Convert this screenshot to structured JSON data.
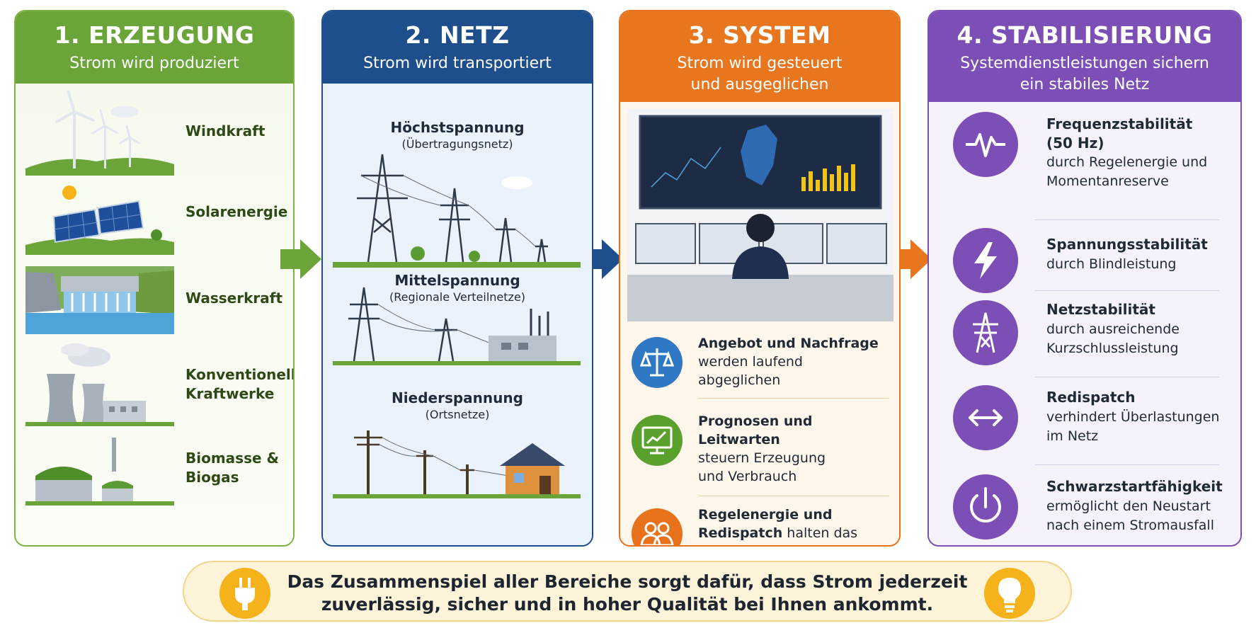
{
  "columns": {
    "erzeugung": {
      "title": "1. ERZEUGUNG",
      "subtitle": "Strom wird produziert",
      "items": [
        "Windkraft",
        "Solarenergie",
        "Wasserkraft",
        "Konventionelle Kraftwerke",
        "Biomasse & Biogas"
      ]
    },
    "netz": {
      "title": "2. NETZ",
      "subtitle": "Strom wird transportiert",
      "levels": [
        {
          "title": "Höchstspannung",
          "sub": "(Übertragungsnetz)"
        },
        {
          "title": "Mittelspannung",
          "sub": "(Regionale Verteilnetze)"
        },
        {
          "title": "Niederspannung",
          "sub": "(Ortsnetze)"
        }
      ]
    },
    "system": {
      "title": "3. SYSTEM",
      "subtitle": "Strom wird gesteuert und ausgeglichen",
      "items": [
        {
          "bold": "Angebot und Nachfrage",
          "rest": "werden laufend abgeglichen",
          "icon": "scales-icon",
          "color": "#2f78c4"
        },
        {
          "bold": "Prognosen und Leitwarten",
          "rest": "steuern Erzeugung und Verbrauch",
          "icon": "monitor-chart-icon",
          "color": "#5aa02c"
        },
        {
          "bold": "Regelenergie und Redispatch",
          "rest": "halten das System im Gleichgewicht",
          "icon": "people-icon",
          "color": "#e8721c"
        }
      ]
    },
    "stabilisierung": {
      "title": "4. STABILISIERUNG",
      "subtitle": "Systemdienstleistungen sichern ein stabiles Netz",
      "items": [
        {
          "title": "Frequenzstabilität (50 Hz)",
          "desc": "durch Regelenergie und Momentanreserve",
          "icon": "pulse-icon"
        },
        {
          "title": "Spannungsstabilität",
          "desc": "durch Blindleistung",
          "icon": "lightning-icon"
        },
        {
          "title": "Netzstabilität",
          "desc": "durch ausreichende Kurzschlussleistung",
          "icon": "pylon-icon"
        },
        {
          "title": "Redispatch",
          "desc": "verhindert Überlastungen im Netz",
          "icon": "arrows-icon"
        },
        {
          "title": "Schwarzstartfähigkeit",
          "desc": "ermöglicht den Neustart nach einem Stromausfall",
          "icon": "power-icon"
        }
      ]
    }
  },
  "footer": {
    "text": "Das Zusammenspiel aller Bereiche sorgt dafür, dass Strom jederzeit zuverlässig, sicher und in hoher Qualität bei Ihnen ankommt.",
    "icons": [
      "plug-icon",
      "lightbulb-icon"
    ]
  },
  "colors": {
    "green": "#6ba539",
    "blue": "#1f4e8c",
    "orange": "#e8761e",
    "purple": "#7b4fb6",
    "yellow": "#f5b21a"
  }
}
